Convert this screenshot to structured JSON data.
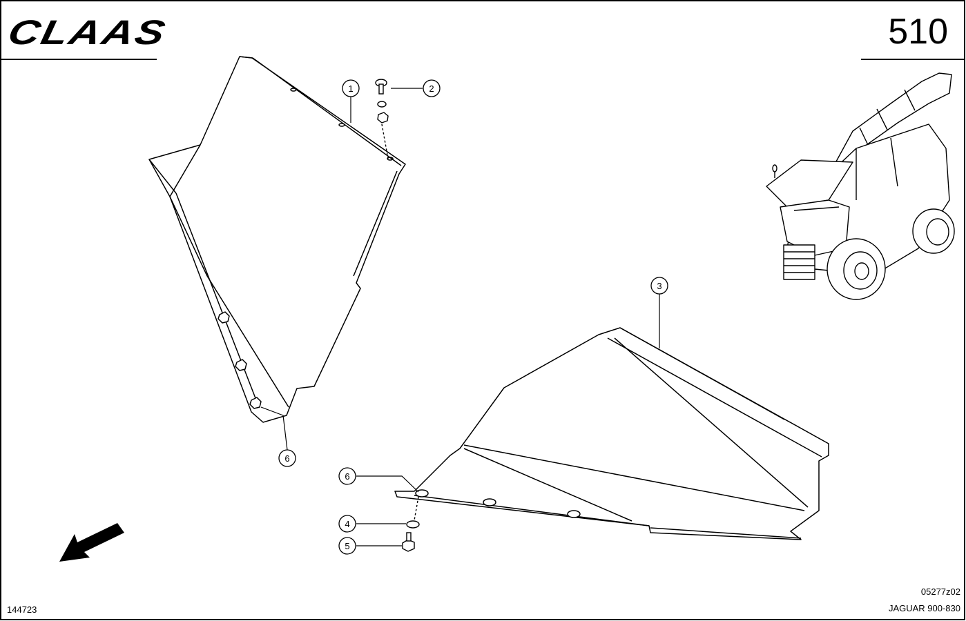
{
  "header": {
    "brand": "CLAAS",
    "page_number": "510"
  },
  "footer": {
    "sheet_id": "144723",
    "drawing_code": "05277z02",
    "model": "JAGUAR 900-830"
  },
  "callouts": [
    "1",
    "2",
    "3",
    "4",
    "5",
    "6",
    "6"
  ],
  "icons": [
    "direction-arrow-icon",
    "forage-harvester-icon"
  ]
}
